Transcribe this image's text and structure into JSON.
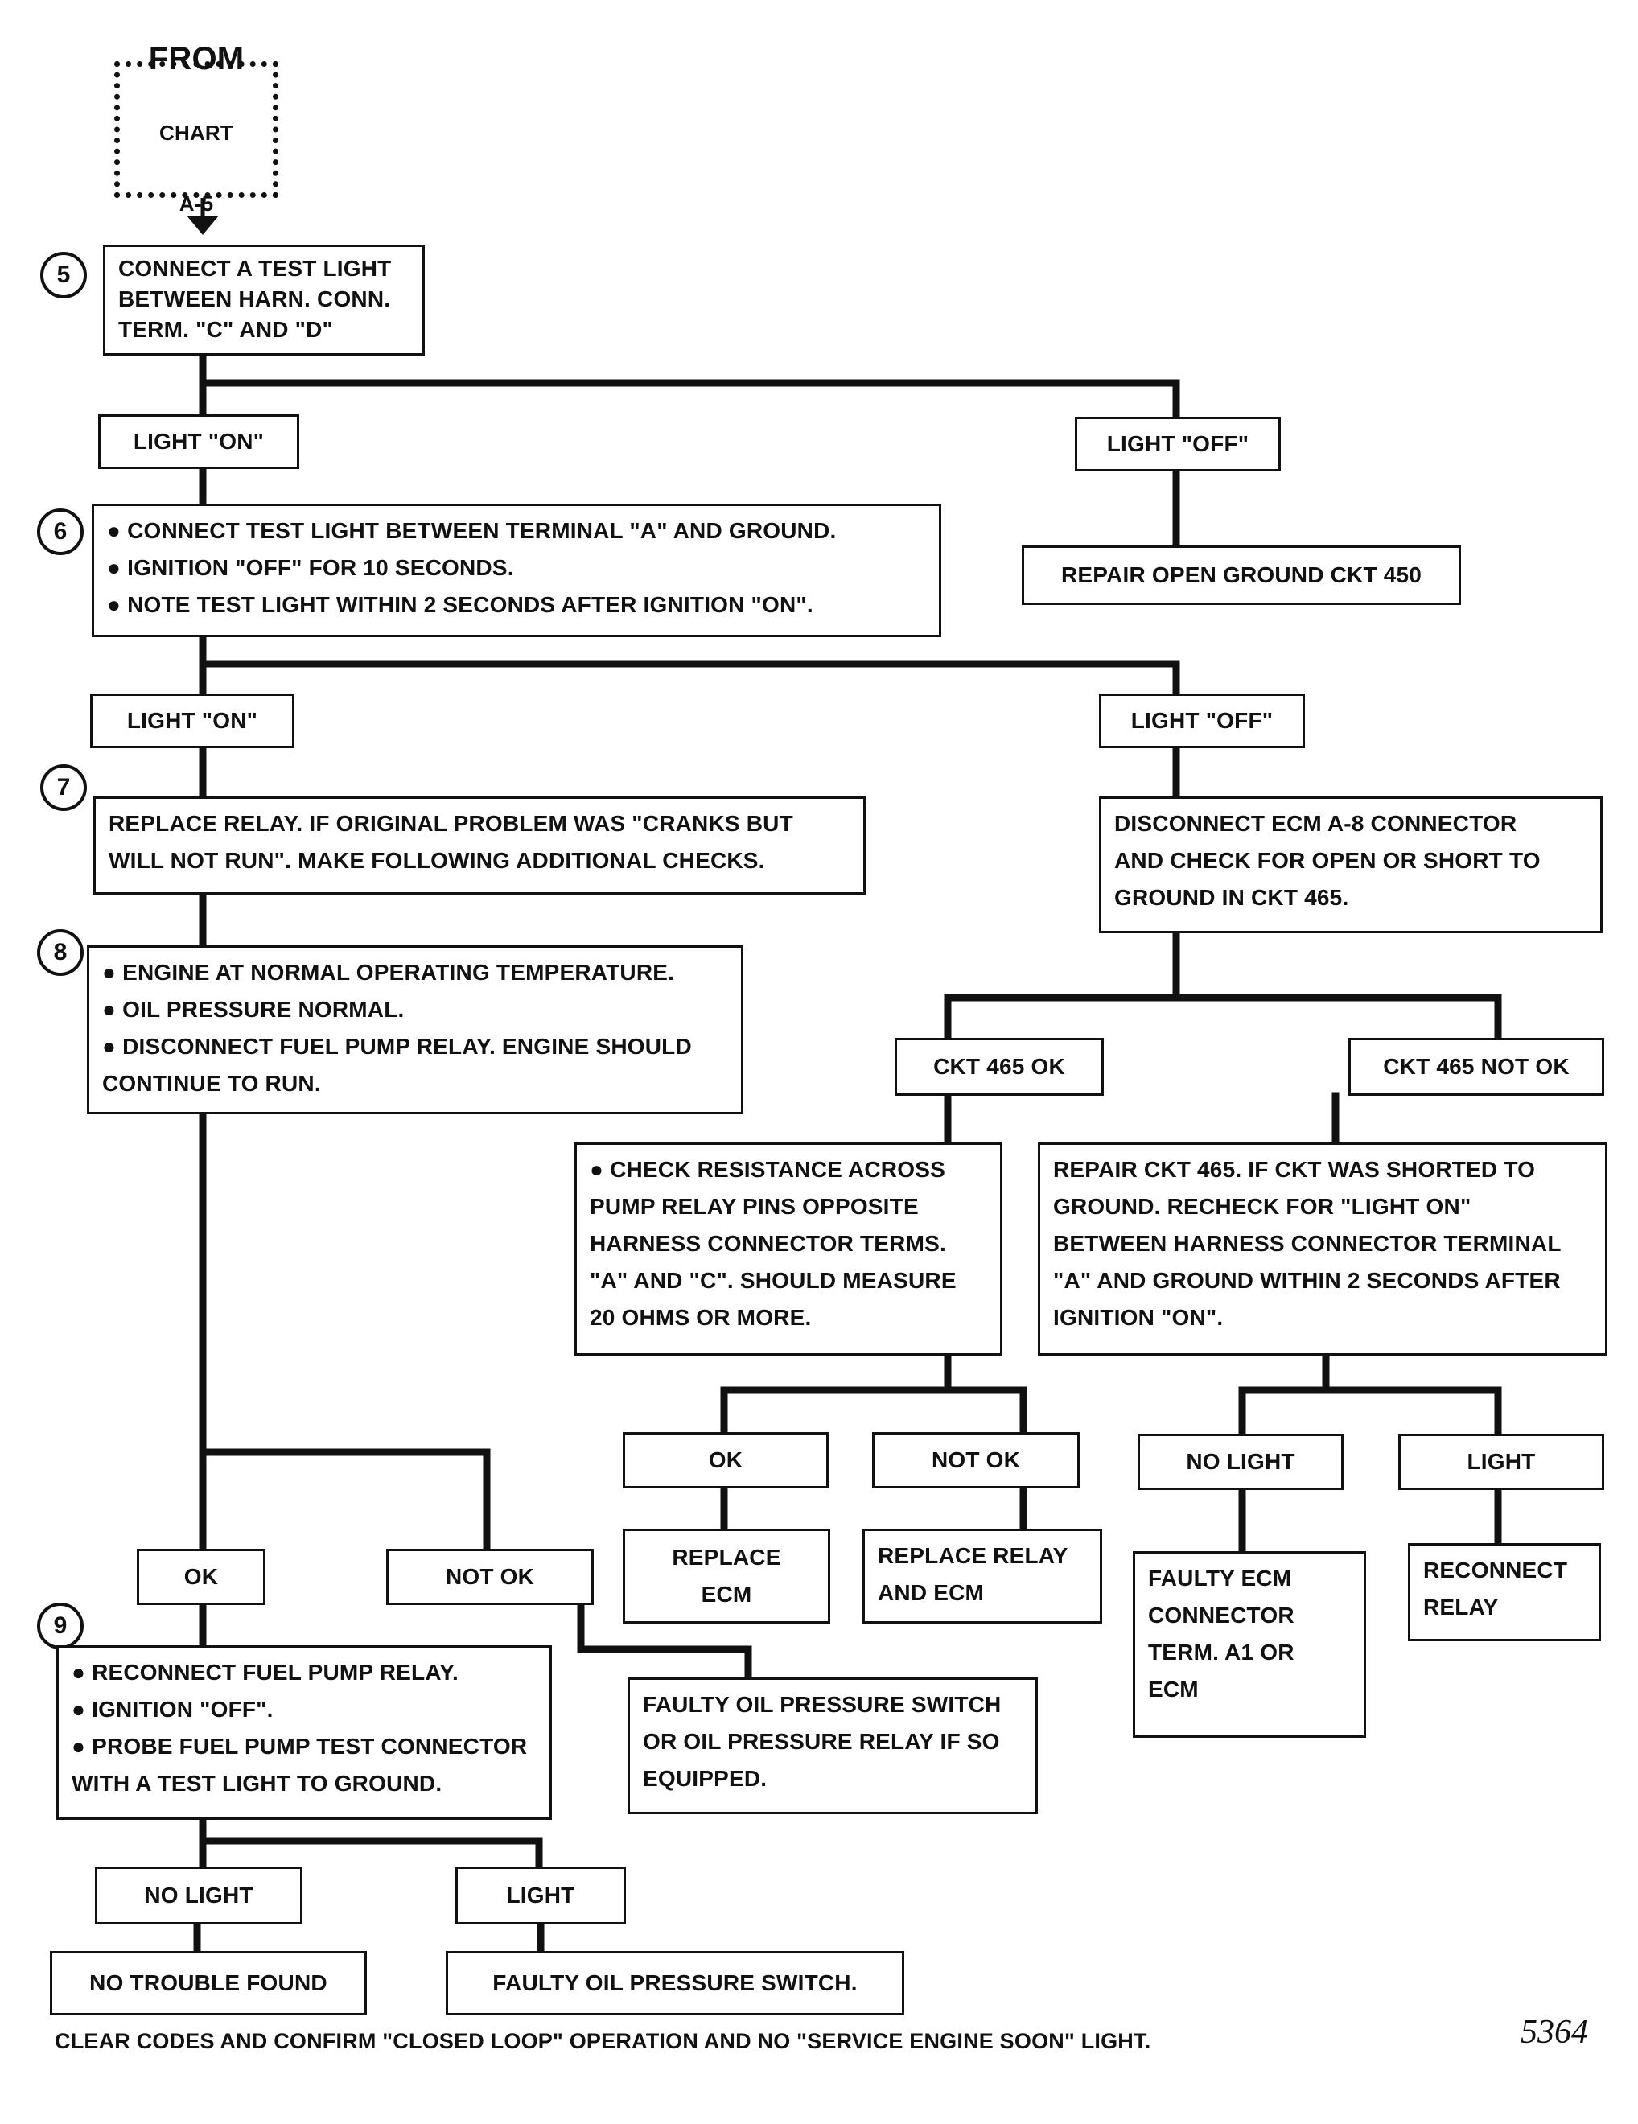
{
  "start": {
    "line1": "FROM",
    "line2": "CHART",
    "line3": "A-5"
  },
  "steps": {
    "s5": "5",
    "s6": "6",
    "s7": "7",
    "s8": "8",
    "s9": "9"
  },
  "boxes": {
    "step5": "CONNECT A TEST LIGHT\nBETWEEN HARN. CONN.\nTERM. \"C\" AND \"D\"",
    "light_on_1": "LIGHT \"ON\"",
    "light_off_1": "LIGHT \"OFF\"",
    "repair_ckt450": "REPAIR OPEN GROUND CKT 450",
    "step6": "● CONNECT TEST LIGHT BETWEEN TERMINAL \"A\" AND GROUND.\n● IGNITION \"OFF\" FOR 10 SECONDS.\n● NOTE TEST LIGHT WITHIN 2 SECONDS AFTER IGNITION \"ON\".",
    "light_on_2": "LIGHT \"ON\"",
    "light_off_2": "LIGHT \"OFF\"",
    "step7": "REPLACE RELAY. IF ORIGINAL PROBLEM WAS \"CRANKS BUT\nWILL NOT RUN\". MAKE FOLLOWING ADDITIONAL CHECKS.",
    "disconnect_ecm": "DISCONNECT ECM A-8 CONNECTOR\nAND CHECK FOR OPEN OR SHORT TO\nGROUND IN CKT 465.",
    "step8": "● ENGINE AT NORMAL OPERATING TEMPERATURE.\n● OIL PRESSURE NORMAL.\n● DISCONNECT FUEL PUMP RELAY. ENGINE SHOULD\nCONTINUE TO RUN.",
    "ckt465_ok": "CKT 465 OK",
    "ckt465_not_ok": "CKT 465 NOT OK",
    "check_resistance": "● CHECK RESISTANCE ACROSS\nPUMP RELAY PINS OPPOSITE\nHARNESS CONNECTOR TERMS.\n\"A\" AND \"C\". SHOULD MEASURE\n20 OHMS OR MORE.",
    "repair_ckt465": "REPAIR CKT 465. IF CKT WAS SHORTED TO\nGROUND. RECHECK FOR \"LIGHT ON\"\nBETWEEN HARNESS CONNECTOR TERMINAL\n\"A\" AND GROUND WITHIN 2 SECONDS AFTER\nIGNITION \"ON\".",
    "ok_a": "OK",
    "not_ok_a": "NOT OK",
    "no_light_a": "NO LIGHT",
    "light_a": "LIGHT",
    "replace_ecm": "REPLACE\nECM",
    "replace_relay_ecm": "REPLACE RELAY\nAND ECM",
    "faulty_ecm_connector": "FAULTY ECM\nCONNECTOR\nTERM. A1 OR\nECM",
    "reconnect_relay": "RECONNECT\nRELAY",
    "ok_b": "OK",
    "not_ok_b": "NOT OK",
    "step9": "● RECONNECT FUEL PUMP RELAY.\n● IGNITION \"OFF\".\n● PROBE FUEL PUMP TEST CONNECTOR\nWITH A TEST LIGHT TO GROUND.",
    "faulty_oil_switch_relay": "FAULTY OIL PRESSURE SWITCH\nOR OIL PRESSURE RELAY IF SO\nEQUIPPED.",
    "no_light_b": "NO LIGHT",
    "light_b": "LIGHT",
    "no_trouble": "NO TROUBLE FOUND",
    "faulty_oil_switch": "FAULTY OIL PRESSURE SWITCH."
  },
  "footer": "CLEAR CODES AND CONFIRM \"CLOSED LOOP\" OPERATION AND NO \"SERVICE ENGINE SOON\" LIGHT.",
  "figure_number": "5364"
}
